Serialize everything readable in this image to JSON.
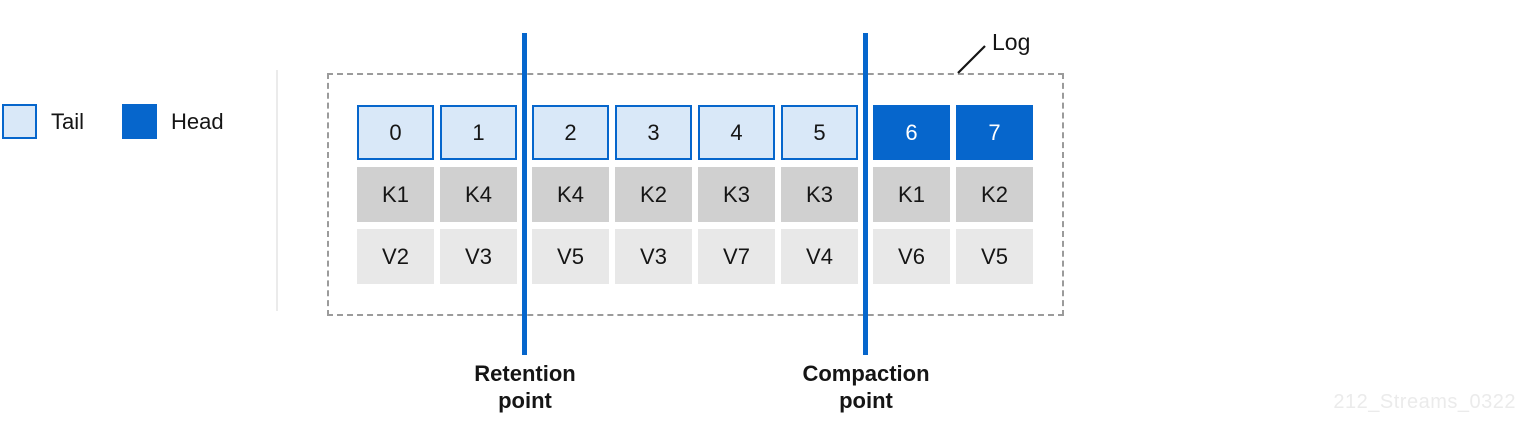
{
  "legend": {
    "items": [
      {
        "label": "Tail",
        "segment": "tail"
      },
      {
        "label": "Head",
        "segment": "head"
      }
    ]
  },
  "log_label": "Log",
  "columns": [
    {
      "index": "0",
      "segment": "tail",
      "key": "K1",
      "value": "V2"
    },
    {
      "index": "1",
      "segment": "tail",
      "key": "K4",
      "value": "V3"
    },
    {
      "index": "2",
      "segment": "tail",
      "key": "K4",
      "value": "V5"
    },
    {
      "index": "3",
      "segment": "tail",
      "key": "K2",
      "value": "V3"
    },
    {
      "index": "4",
      "segment": "tail",
      "key": "K3",
      "value": "V7"
    },
    {
      "index": "5",
      "segment": "tail",
      "key": "K3",
      "value": "V4"
    },
    {
      "index": "6",
      "segment": "head",
      "key": "K1",
      "value": "V6"
    },
    {
      "index": "7",
      "segment": "head",
      "key": "K2",
      "value": "V5"
    }
  ],
  "markers": [
    {
      "name": "retention-point",
      "lines": [
        "Retention",
        "point"
      ]
    },
    {
      "name": "compaction-point",
      "lines": [
        "Compaction",
        "point"
      ]
    }
  ],
  "watermark": "212_Streams_0322",
  "colors": {
    "head_blue": "#0666cc",
    "tail_fill": "#d9e8f8",
    "key_gray": "#d0d0d0",
    "value_gray": "#e8e8e8",
    "dashed_border": "#9b9b9b"
  }
}
